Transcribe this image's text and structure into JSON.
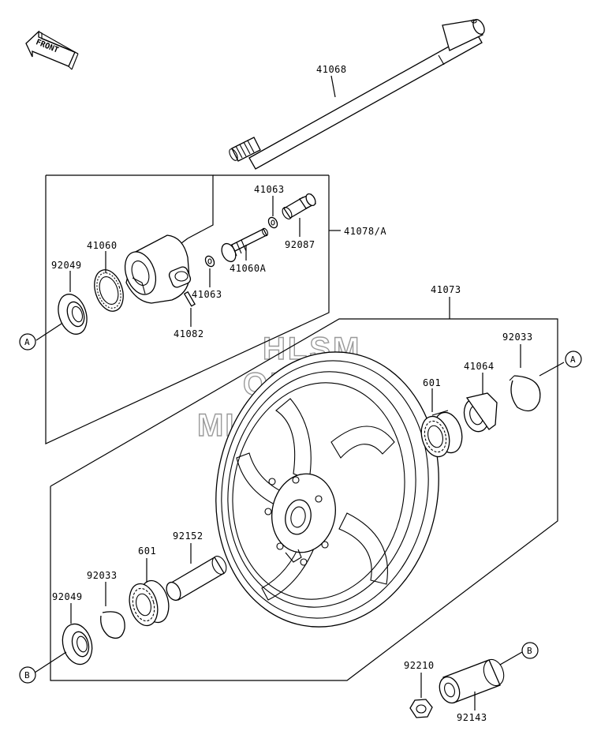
{
  "direction_arrow": {
    "label": "FRONT"
  },
  "watermark": {
    "line1": "HLSM",
    "line2": "ONLINE",
    "line3": "MICROFICHE"
  },
  "callouts": {
    "a": "A",
    "b": "B"
  },
  "parts": {
    "axle": "41068",
    "hub_assembly": "41078/A",
    "spacer_41063_top": "41063",
    "bushing_92087": "92087",
    "ring_41060": "41060",
    "gear_41060a": "41060A",
    "spacer_41063_low": "41063",
    "pin_41082": "41082",
    "seal_92049_upper": "92049",
    "wheel_41073": "41073",
    "circlip_92033_right": "92033",
    "collar_41064": "41064",
    "bearing_601_right": "601",
    "spacer_92152": "92152",
    "bearing_601_left": "601",
    "circlip_92033_left": "92033",
    "seal_92049_lower": "92049",
    "nut_92210": "92210",
    "collar_92143": "92143"
  }
}
